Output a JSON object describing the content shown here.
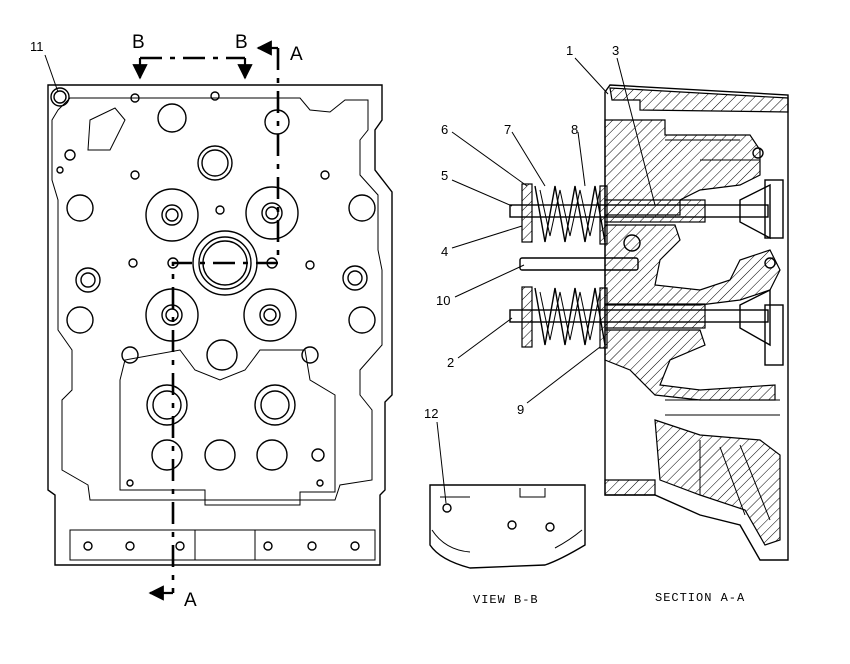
{
  "callouts": {
    "c1": "1",
    "c2": "2",
    "c3": "3",
    "c4": "4",
    "c5": "5",
    "c6": "6",
    "c7": "7",
    "c8": "8",
    "c9": "9",
    "c10": "10",
    "c11": "11",
    "c12": "12"
  },
  "section_markers": {
    "b_left": "B",
    "b_right": "B",
    "a_top": "A",
    "a_bottom": "A"
  },
  "captions": {
    "view_b": "VIEW B-B",
    "section_a": "SECTION A-A"
  }
}
